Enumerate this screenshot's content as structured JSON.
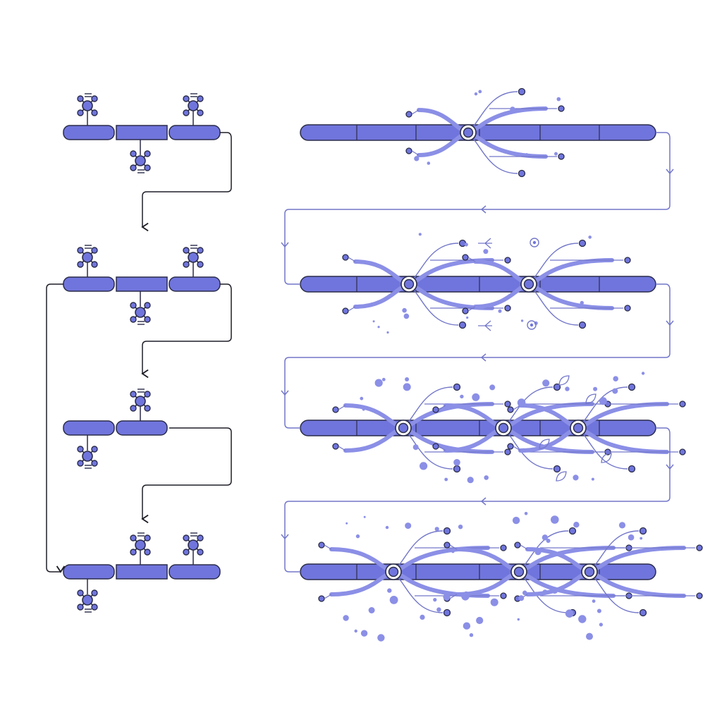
{
  "colors": {
    "fill": "#7075dd",
    "fill_light": "#8b8fe6",
    "stroke": "#2a2c4a",
    "arrow_dark": "#1e1e28",
    "arrow_light": "#7377c9",
    "background": "#ffffff"
  },
  "left_column": {
    "stages": [
      {
        "segments": 3,
        "nodes_above": [
          0,
          2
        ],
        "nodes_below": [
          1
        ]
      },
      {
        "segments": 3,
        "nodes_above": [
          0,
          2
        ],
        "nodes_below": [
          1
        ]
      },
      {
        "segments": 2,
        "nodes_above": [
          1
        ],
        "nodes_below": [
          0
        ]
      },
      {
        "segments": 3,
        "nodes_above": [
          1,
          2
        ],
        "nodes_below": [
          0
        ]
      }
    ],
    "icon": "network-node-icon"
  },
  "right_column": {
    "stages": [
      {
        "junctions": 1,
        "density": "low"
      },
      {
        "junctions": 2,
        "density": "medium"
      },
      {
        "junctions": 3,
        "density": "high"
      },
      {
        "junctions": 3,
        "density": "very-high"
      }
    ],
    "icon": "junction-ring-icon"
  }
}
